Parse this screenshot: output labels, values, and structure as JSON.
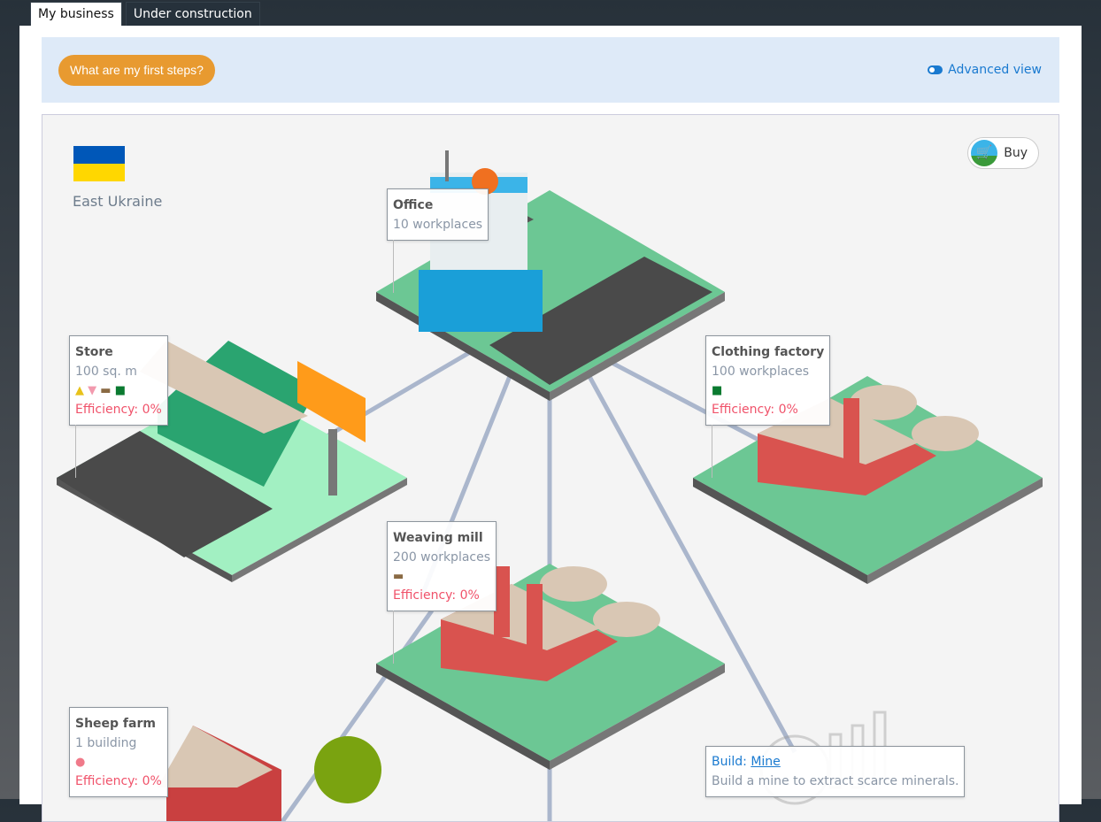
{
  "tabs": [
    {
      "label": "My business",
      "active": true
    },
    {
      "label": "Under construction",
      "active": false
    }
  ],
  "infobar": {
    "steps_button": "What are my first steps?",
    "advanced_view": "Advanced view"
  },
  "map": {
    "region": "East Ukraine",
    "flag_colors": [
      "#0057b8",
      "#ffd700"
    ],
    "buy_label": "Buy",
    "buildings": [
      {
        "title": "Office",
        "subtitle": "10 workplaces"
      },
      {
        "title": "Store",
        "subtitle": "100 sq. m",
        "products": [
          "cap-icon",
          "underwear-icon",
          "shoe-icon",
          "tshirt-icon"
        ],
        "efficiency": "Efficiency: 0%"
      },
      {
        "title": "Clothing factory",
        "subtitle": "100 workplaces",
        "products": [
          "tshirt-icon"
        ],
        "efficiency": "Efficiency: 0%"
      },
      {
        "title": "Weaving mill",
        "subtitle": "200 workplaces",
        "products": [
          "fabric-icon"
        ],
        "efficiency": "Efficiency: 0%"
      },
      {
        "title": "Sheep farm",
        "subtitle": "1 building",
        "products": [
          "wool-icon"
        ],
        "efficiency": "Efficiency: 0%"
      }
    ],
    "build": {
      "prefix": "Build: ",
      "link": "Mine",
      "description": "Build a mine to extract scarce minerals."
    }
  },
  "colors": {
    "accent": "#e89a30",
    "link": "#1a7ad0",
    "efficiency": "#f0526a",
    "tile": "#6cc794"
  }
}
